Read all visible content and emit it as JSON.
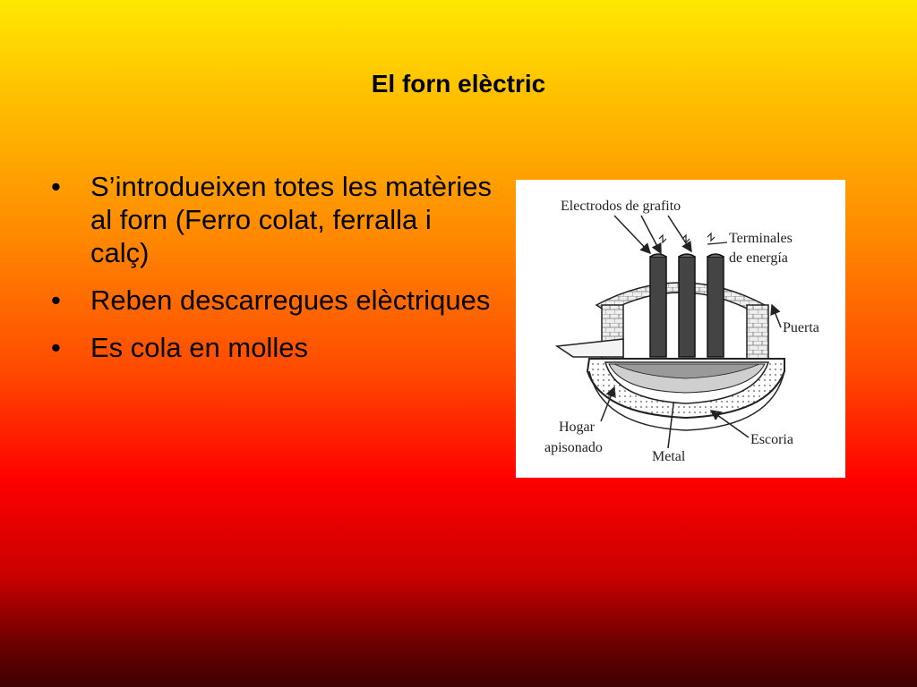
{
  "slide": {
    "title": "El forn elèctric",
    "bullets": [
      "S’introdueixen totes les matèries al forn (Ferro colat, ferralla i calç)",
      "Reben descarregues elèctriques",
      "Es cola en molles"
    ],
    "bullet_symbol": "•"
  },
  "figure": {
    "labels": {
      "electrodes": "Electrodos de grafito",
      "terminals_line1": "Terminales",
      "terminals_line2": "de energía",
      "door": "Puerta",
      "hearth_line1": "Hogar",
      "hearth_line2": "apisonado",
      "metal": "Metal",
      "slag": "Escoria"
    }
  }
}
